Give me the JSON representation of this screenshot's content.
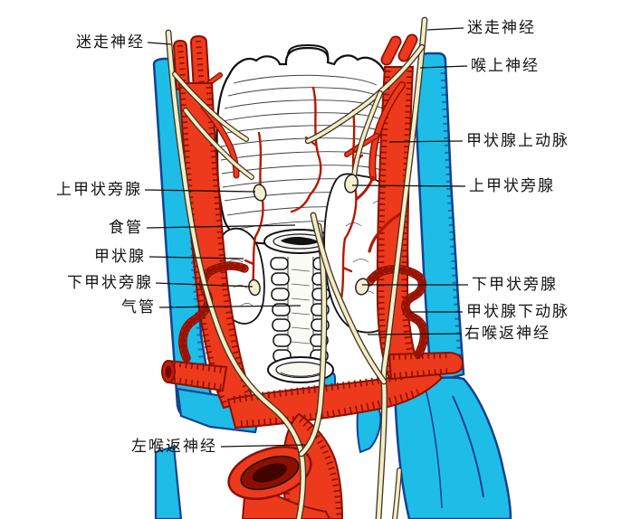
{
  "colors": {
    "artery": "#ee3a1c",
    "artery_dark": "#8c1000",
    "vein": "#1ebde8",
    "vein_dark": "#14418f",
    "nerve": "#f4ecc4",
    "outline": "#111111",
    "label_text": "#141414",
    "background": "#ffffff"
  },
  "labels": {
    "left": [
      {
        "id": "vagus-nerve-left",
        "text": "迷走神经"
      },
      {
        "id": "superior-parathyroid-left",
        "text": "上甲状旁腺"
      },
      {
        "id": "esophagus",
        "text": "食管"
      },
      {
        "id": "thyroid-gland",
        "text": "甲状腺"
      },
      {
        "id": "inferior-parathyroid-left",
        "text": "下甲状旁腺"
      },
      {
        "id": "trachea",
        "text": "气管"
      },
      {
        "id": "left-recurrent-laryngeal-nerve",
        "text": "左喉返神经"
      }
    ],
    "right": [
      {
        "id": "vagus-nerve-right",
        "text": "迷走神经"
      },
      {
        "id": "superior-laryngeal-nerve",
        "text": "喉上神经"
      },
      {
        "id": "superior-thyroid-artery",
        "text": "甲状腺上动脉"
      },
      {
        "id": "superior-parathyroid-right",
        "text": "上甲状旁腺"
      },
      {
        "id": "inferior-parathyroid-right",
        "text": "下甲状旁腺"
      },
      {
        "id": "inferior-thyroid-artery",
        "text": "甲状腺下动脉"
      },
      {
        "id": "right-recurrent-laryngeal-nerve",
        "text": "右喉返神经"
      }
    ]
  }
}
